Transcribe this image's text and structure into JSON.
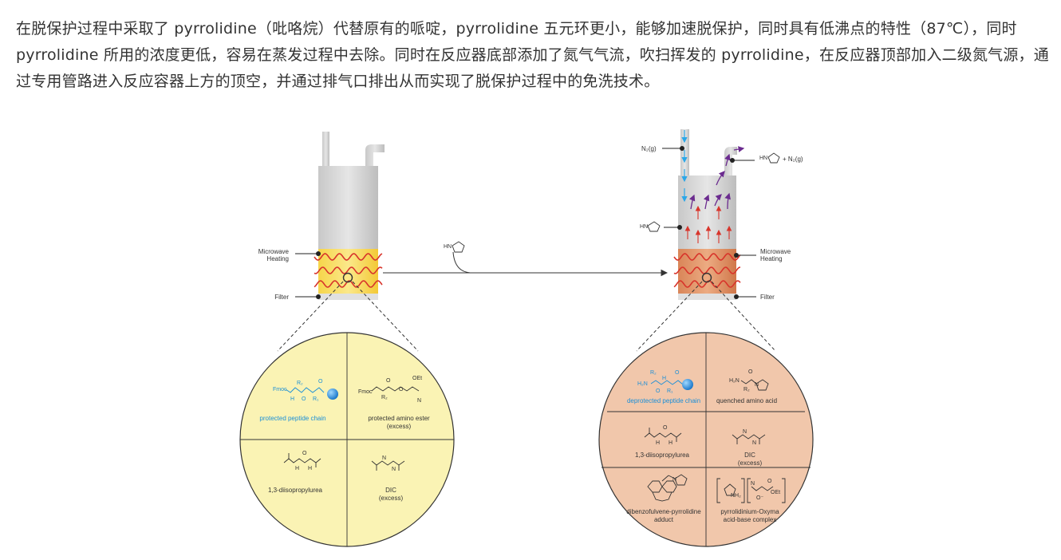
{
  "paragraph": "在脱保护过程中采取了 pyrrolidine（吡咯烷）代替原有的哌啶，pyrrolidine 五元环更小，能够加速脱保护，同时具有低沸点的特性（87℃），同时 pyrrolidine 所用的浓度更低，容易在蒸发过程中去除。同时在反应器底部添加了氮气气流，吹扫挥发的 pyrrolidine，在反应器顶部加入二级氮气源，通过专用管路进入反应容器上方的顶空，并通过排气口排出从而实现了脱保护过程中的免洗技术。",
  "left_vessel": {
    "microwave_label_line1": "Microwave",
    "microwave_label_line2": "Heating",
    "filter_label": "Filter"
  },
  "right_vessel": {
    "n2_label": "N₂(g)",
    "exhaust_hn": "HN",
    "exhaust_label": "+ N₂(g)",
    "side_hn": "HN",
    "microwave_label_line1": "Microwave",
    "microwave_label_line2": "Heating",
    "filter_label": "Filter"
  },
  "arrow_reagent_hn": "HN",
  "left_circle": {
    "q1_label": "protected peptide chain",
    "q1_fmoc": "Fmoc",
    "q2_label_line1": "protected amino ester",
    "q2_label_line2": "(excess)",
    "q2_fmoc": "Fmoc",
    "q2_oet": "OEt",
    "q3_label": "1,3-diisopropylurea",
    "q4_label_line1": "DIC",
    "q4_label_line2": "(excess)"
  },
  "right_circle": {
    "q1_label": "deprotected peptide chain",
    "q1_h2n": "H₂N",
    "q2_label": "quenched amino acid",
    "q2_h2n": "H₂N",
    "q3_label": "1,3-diisopropylurea",
    "q4_label_line1": "DIC",
    "q4_label_line2": "(excess)",
    "q5_label_line1": "dibenzofulvene-pyrrolidine",
    "q5_label_line2": "adduct",
    "q6_label_line1": "pyrrolidinium-Oxyma",
    "q6_label_line2": "acid-base complex",
    "q6_nh2": "NH₂",
    "q6_oet": "OEt"
  },
  "colors": {
    "left_circle_fill": "#faf3b4",
    "right_circle_fill": "#f1c7ab",
    "heating_red": "#d8342b",
    "n2_blue": "#2ba7e8",
    "exhaust_purple": "#6b2b8f",
    "peptide_blue": "#1a8fd8"
  }
}
